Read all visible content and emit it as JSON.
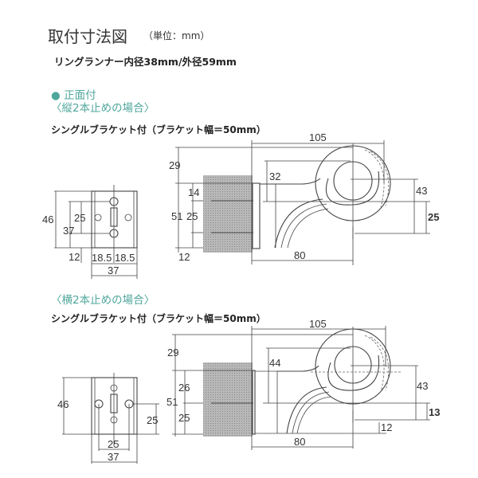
{
  "header": {
    "title": "取付寸法図",
    "unit": "（単位：mm）",
    "spec": "リングランナー内径38mm/外径59mm"
  },
  "section": {
    "bullet_icon": "circle-bullet-icon",
    "label": "正面付",
    "accent_color": "#4fa79c"
  },
  "case_vertical": {
    "title": "〈縦2本止めの場合〉",
    "subtitle": "シングルブラケット付（ブラケット幅＝50mm）",
    "front": {
      "h46": "46",
      "h37": "37",
      "h25": "25",
      "h12": "12",
      "w18a": "18.5",
      "w18b": "18.5",
      "w37": "37"
    },
    "side": {
      "d29": "29",
      "d51": "51",
      "d14": "14",
      "d25": "25",
      "d12": "12",
      "d105": "105",
      "d32": "32",
      "d43": "43",
      "d25b": "25",
      "d80": "80"
    }
  },
  "case_horizontal": {
    "title": "〈横2本止めの場合〉",
    "subtitle": "シングルブラケット付（ブラケット幅＝50mm）",
    "front": {
      "h46": "46",
      "h25": "25",
      "w25": "25",
      "w37": "37"
    },
    "side": {
      "d29": "29",
      "d51": "51",
      "d26": "26",
      "d25": "25",
      "d105": "105",
      "d44": "44",
      "d43": "43",
      "d13": "13",
      "d12": "12",
      "d80": "80"
    }
  }
}
